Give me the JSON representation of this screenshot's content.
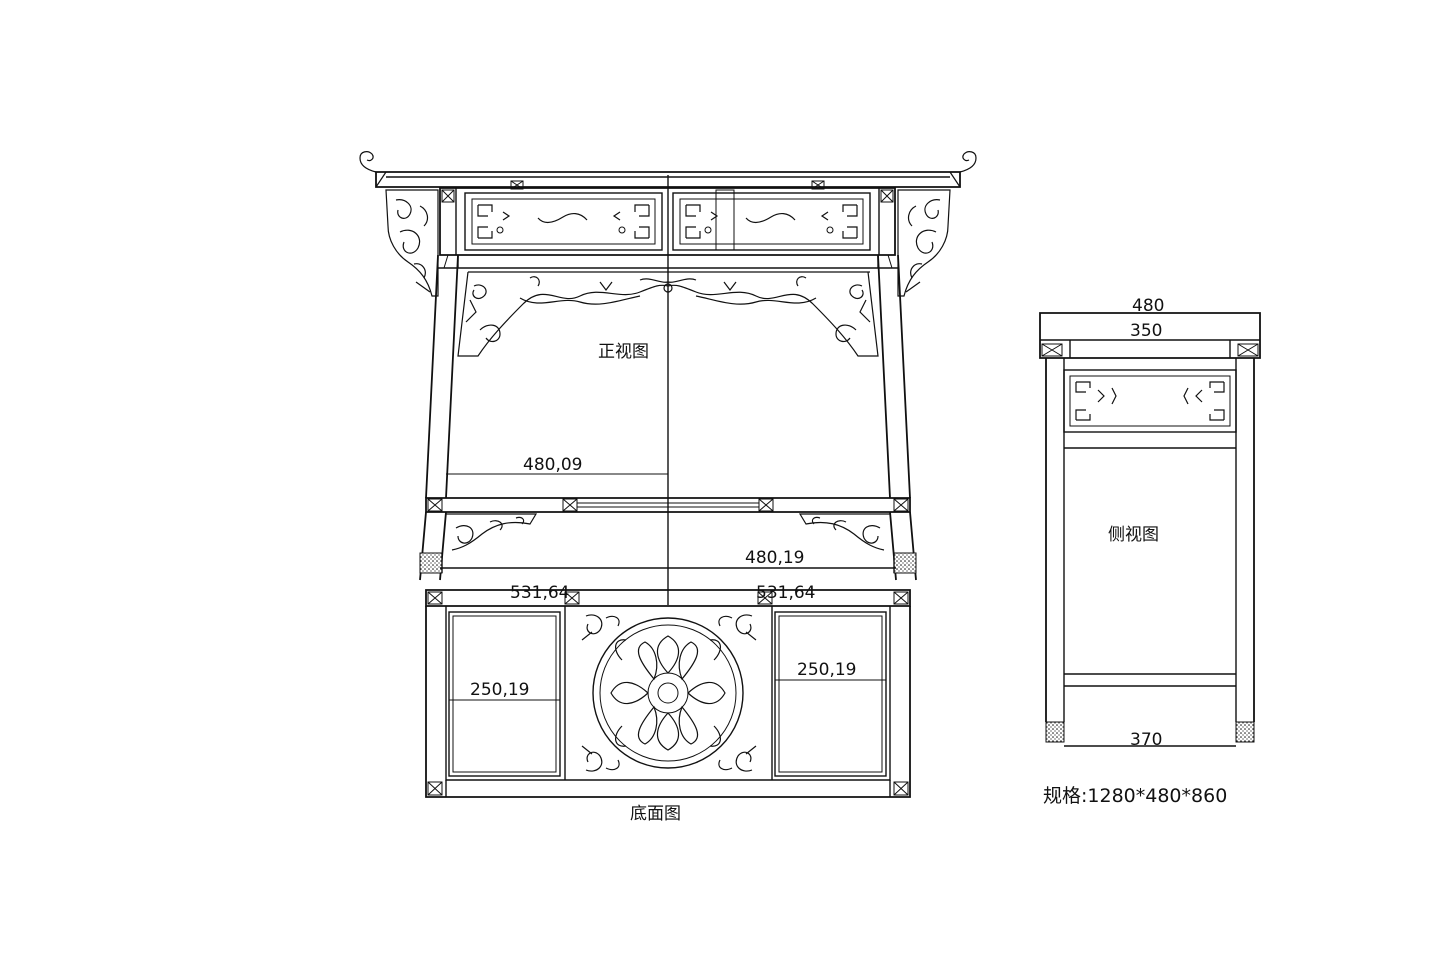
{
  "views": {
    "front": {
      "label": "正视图"
    },
    "bottom": {
      "label": "底面图"
    },
    "side": {
      "label": "侧视图"
    }
  },
  "dimensions": {
    "front_upper": "480,09",
    "front_lower": "480,19",
    "bottom_left_span": "531,64",
    "bottom_right_span": "531,64",
    "bottom_left_panel": "250,19",
    "bottom_right_panel": "250,19",
    "side_top": "480",
    "side_inner_top": "350",
    "side_bottom": "370"
  },
  "spec": "规格:1280*480*860",
  "colors": {
    "line": "#111111",
    "background": "#ffffff"
  }
}
